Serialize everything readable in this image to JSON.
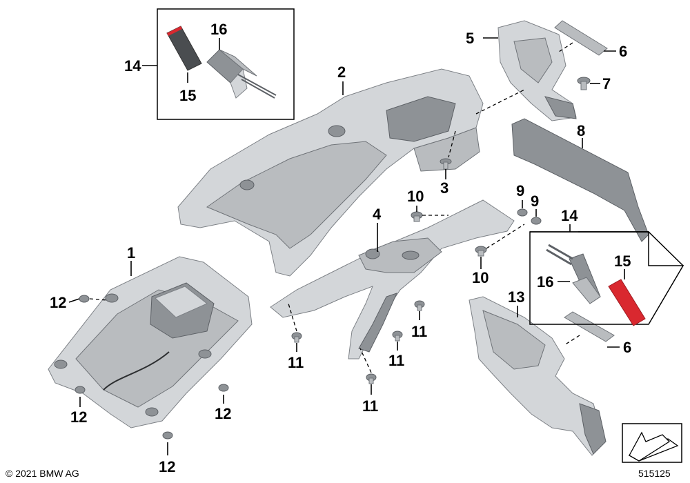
{
  "copyright": "© 2021 BMW AG",
  "diagram_number": "515125",
  "callouts": {
    "c1": "1",
    "c2": "2",
    "c3": "3",
    "c4": "4",
    "c5": "5",
    "c6a": "6",
    "c6b": "6",
    "c7": "7",
    "c8": "8",
    "c9a": "9",
    "c9b": "9",
    "c10a": "10",
    "c10b": "10",
    "c11a": "11",
    "c11b": "11",
    "c11c": "11",
    "c11d": "11",
    "c12a": "12",
    "c12b": "12",
    "c12c": "12",
    "c12d": "12",
    "c13": "13",
    "c14a": "14",
    "c14b": "14",
    "c15a": "15",
    "c15b": "15",
    "c16a": "16",
    "c16b": "16"
  },
  "colors": {
    "reflector": "#d9282f",
    "pad": "#4a4d50",
    "part": "#b9bcbf"
  }
}
